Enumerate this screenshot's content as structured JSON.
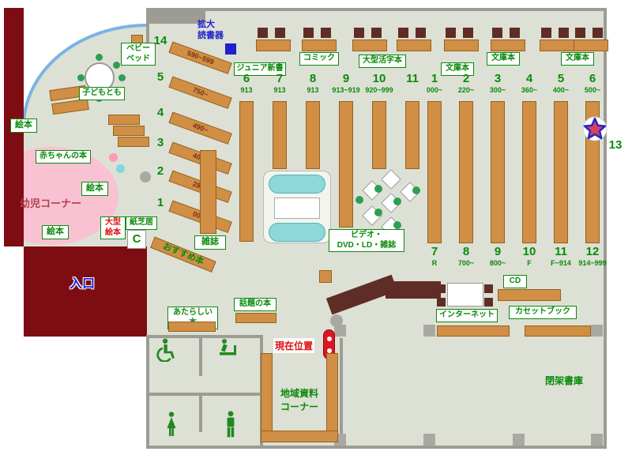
{
  "colors": {
    "floor": "#dde0d5",
    "wall": "#9c9c94",
    "shelf_tan": "#d08f45",
    "dark_wood": "#5f2d25",
    "dark_red": "#7d0d12",
    "label_green": "#0a8a0a",
    "accent_blue": "#2020cc",
    "accent_red": "#e01010",
    "toddler_pink": "#f8c2d2",
    "sofa_cyan": "#8cd8da"
  },
  "device": {
    "label": "拡大\n読書器"
  },
  "entrance": {
    "label": "入口"
  },
  "children": {
    "baby_bed": "ベビー\nベッド",
    "kodomo_tomo": "子どもとも",
    "ehon": [
      "絵本",
      "絵本",
      "絵本"
    ],
    "baby_books": "赤ちゃんの本",
    "toddler_corner": "幼児コーナー",
    "large_ehon": "大型\n絵本",
    "kamishibai": "紙芝居",
    "kamishibai_symbol": "C",
    "recommended": "おすすめ本"
  },
  "diagonal": [
    {
      "no": "14",
      "range": "590~599"
    },
    {
      "no": "5",
      "range": "750~"
    },
    {
      "no": "4",
      "range": "490~"
    },
    {
      "no": "3",
      "range": "400~"
    },
    {
      "no": "2",
      "range": "280~"
    },
    {
      "no": "1",
      "range": "000~"
    }
  ],
  "category": {
    "junior": "ジュニア新書",
    "comic": "コミック",
    "large_print": "大型活字本",
    "bunko": [
      "文庫本",
      "文庫本",
      "文庫本"
    ]
  },
  "group_a": [
    {
      "no": "6",
      "range": "913"
    },
    {
      "no": "7",
      "range": "913"
    },
    {
      "no": "8",
      "range": "913"
    },
    {
      "no": "9",
      "range": "913~919"
    },
    {
      "no": "10",
      "range": "920~999"
    },
    {
      "no": "11",
      "range": ""
    }
  ],
  "group_b_top": [
    {
      "no": "1",
      "range": "000~"
    },
    {
      "no": "2",
      "range": "220~"
    },
    {
      "no": "3",
      "range": "300~"
    },
    {
      "no": "4",
      "range": "360~"
    },
    {
      "no": "5",
      "range": "400~"
    },
    {
      "no": "6",
      "range": "500~"
    }
  ],
  "group_b_bottom": [
    {
      "no": "7",
      "range": "R"
    },
    {
      "no": "8",
      "range": "700~"
    },
    {
      "no": "9",
      "range": "800~"
    },
    {
      "no": "10",
      "range": "F"
    },
    {
      "no": "11",
      "range": "F~914"
    },
    {
      "no": "12",
      "range": "914~999"
    }
  ],
  "shelf_13": {
    "label": "13"
  },
  "magazines": {
    "label": "雑誌"
  },
  "av": {
    "label": "ビデオ・\nDVD・LD・雑誌"
  },
  "areas": {
    "new_books": "あたらしい本",
    "topic_books": "話題の本",
    "current_location": "現在位置",
    "cd": "CD",
    "internet": "インターネット",
    "cassette": "カセットブック",
    "local_materials": "地域資料\nコーナー",
    "closed_stacks": "閉架書庫"
  }
}
